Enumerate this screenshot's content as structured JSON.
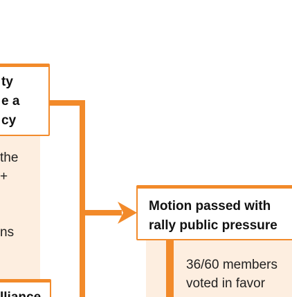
{
  "nodes": {
    "top_left": {
      "lines": [
        "ty",
        "e a",
        "cy"
      ]
    },
    "motion": {
      "lines": [
        "Motion passed with",
        "rally public pressure"
      ]
    },
    "bottom_left": {
      "lines": [
        "lliance"
      ]
    }
  },
  "details": {
    "top_left": {
      "lines": [
        "the",
        "+",
        "",
        "",
        "ns"
      ]
    },
    "motion": {
      "lines": [
        "36/60 members",
        "voted in favor"
      ]
    }
  },
  "colors": {
    "accent": "#f28a2a",
    "shade": "#fdeee0"
  }
}
